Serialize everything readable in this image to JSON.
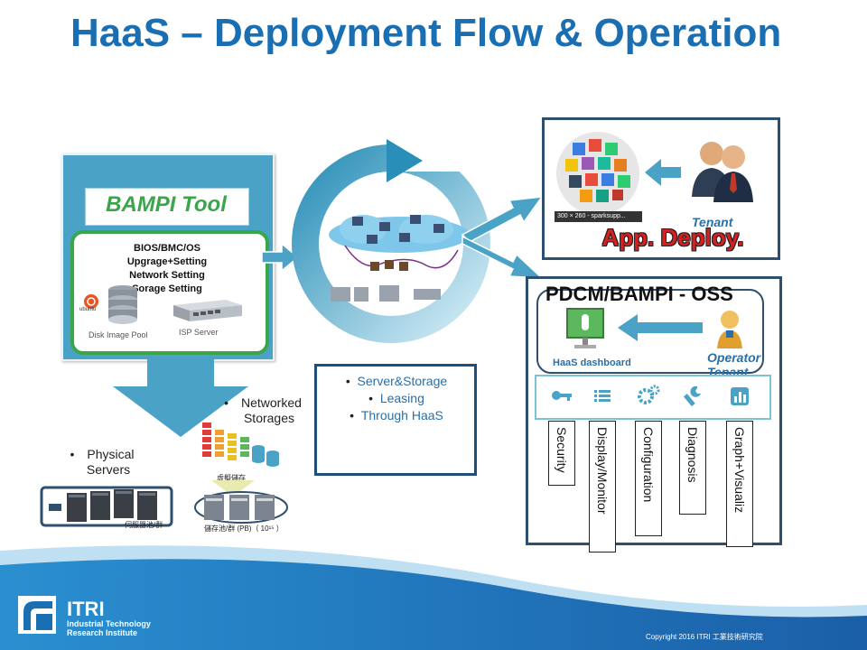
{
  "title": "HaaS – Deployment Flow & Operation",
  "bampi": {
    "title": "BAMPI Tool",
    "lines": [
      "BIOS/BMC/OS",
      "Upgrage+Setting",
      "Network Setting",
      "Sorage Setting"
    ],
    "ubuntu": "ubuntu",
    "disk_image_label": "Disk Image  Pool",
    "isp_label": "ISP  Server"
  },
  "center_list": [
    "Server&Storage",
    "Leasing",
    "Through  HaaS"
  ],
  "app": {
    "globe_caption": "300 × 260 - sparksupp...",
    "tenant": "Tenant",
    "title": "App. Deploy."
  },
  "pdcm": {
    "title": "PDCM/BAMPI - OSS",
    "dashboard": "HaaS dashboard",
    "operator": [
      "Operator",
      "Tenant"
    ],
    "icons": [
      "key-icon",
      "list-icon",
      "gears-icon",
      "wrench-icon",
      "chart-icon"
    ],
    "columns": [
      "Security",
      "Display/Monitor",
      "Configuration",
      "Diagnosis",
      "Graph+Visualiz"
    ]
  },
  "networked": {
    "lines": [
      "Networked",
      "Storages"
    ],
    "virtual_label": "虛擬儲存",
    "capacity_label": "儲存池/群 (PB)（ 10¹⁵ ）"
  },
  "physical": {
    "lines": [
      "Physical",
      "Servers"
    ],
    "caption": "伺服器池/群"
  },
  "footer": {
    "logo": "ITRI",
    "sub1": "Industrial Technology",
    "sub2": "Research Institute",
    "copyright": "Copyright  2016   ITRI  工業技術研究院"
  },
  "colors": {
    "title": "#1a6fb3",
    "panel": "#4aa3c6",
    "green": "#3aa54a",
    "dark": "#2e4f6e",
    "red": "#d42020"
  }
}
